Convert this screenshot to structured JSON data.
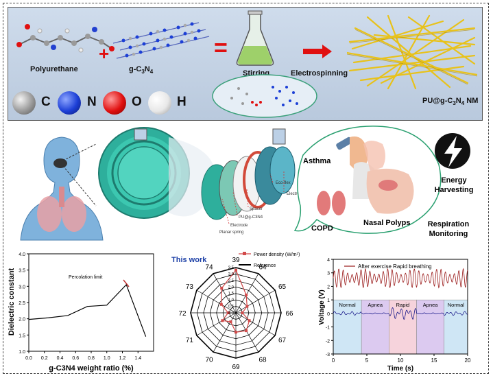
{
  "synthesis": {
    "polymer_label": "Polyurethane",
    "filler_label": "g-C3N4",
    "filler_base": "g-C",
    "filler_sub1": "3",
    "filler_n": "N",
    "filler_sub2": "4",
    "plus": "+",
    "equals": "=",
    "stirring_label": "Stirring",
    "electrospinning_label": "Electrospinning",
    "product_label": "PU@g-C3N4 NM",
    "product_base": "PU@g-C",
    "product_sub1": "3",
    "product_n": "N",
    "product_sub2": "4",
    "product_suffix": " NM",
    "atoms": [
      {
        "symbol": "C",
        "color": "#9a9a9a"
      },
      {
        "symbol": "N",
        "color": "#1c3fd6"
      },
      {
        "symbol": "O",
        "color": "#e01010"
      },
      {
        "symbol": "H",
        "color": "#f2f2f2"
      }
    ]
  },
  "device": {
    "layer_labels": [
      "Electrode",
      "Eco-flex",
      "Spacer",
      "PU@g-C3N4",
      "Electrode",
      "Planar spring"
    ],
    "applications": {
      "asthma": "Asthma",
      "copd": "COPD",
      "nasal_polyps": "Nasal Polyps",
      "energy_harvesting_line1": "Energy",
      "energy_harvesting_line2": "Harvesting",
      "respiration_line1": "Respiration",
      "respiration_line2": "Monitoring"
    }
  },
  "chart_data": [
    {
      "type": "line",
      "xlabel": "g-C3N4 weight ratio (%)",
      "ylabel": "Dielectric constant",
      "annotation": "Percolation limit",
      "xlim": [
        0.0,
        1.6
      ],
      "ylim": [
        1.0,
        4.0
      ],
      "xticks": [
        "0.0",
        "0.2",
        "0.4",
        "0.6",
        "0.8",
        "1.0",
        "1.2",
        "1.4"
      ],
      "yticks": [
        "1.0",
        "1.5",
        "2.0",
        "2.5",
        "3.0",
        "3.5",
        "4.0"
      ],
      "x": [
        0.0,
        0.25,
        0.5,
        0.75,
        1.0,
        1.25,
        1.5
      ],
      "y": [
        1.98,
        2.03,
        2.1,
        2.38,
        2.42,
        3.05,
        1.45
      ]
    },
    {
      "type": "radar",
      "title": "This work",
      "legend": [
        "Power density (W/m²)",
        "Reference"
      ],
      "spokes": [
        "39",
        "64",
        "65",
        "66",
        "67",
        "68",
        "69",
        "70",
        "71",
        "72",
        "73",
        "74"
      ],
      "radial_ticks": [
        "0.0",
        "0.5",
        "1.0",
        "1.5",
        "2.0",
        "2.5",
        "3.0",
        "3.5"
      ],
      "rmax": 3.5,
      "values": [
        3.3,
        1.6,
        1.0,
        0.5,
        1.2,
        1.6,
        1.5,
        0.8,
        1.2,
        0.6,
        1.3,
        2.2
      ]
    },
    {
      "type": "line",
      "xlabel": "Time (s)",
      "ylabel": "Voltage (V)",
      "legend": "After exercise Rapid breathing",
      "xlim": [
        0,
        20
      ],
      "ylim": [
        -3,
        4
      ],
      "xticks": [
        "0",
        "5",
        "10",
        "15",
        "20"
      ],
      "yticks": [
        "-3",
        "-2",
        "-1",
        "0",
        "1",
        "2",
        "3",
        "4"
      ],
      "segments": [
        {
          "label": "Normal",
          "from": 0,
          "to": 4.2,
          "color": "#cfe6f5"
        },
        {
          "label": "Apnea",
          "from": 4.2,
          "to": 8.3,
          "color": "#dccaf0"
        },
        {
          "label": "Rapid",
          "from": 8.3,
          "to": 12.4,
          "color": "#f6d3dc"
        },
        {
          "label": "Apnea",
          "from": 12.4,
          "to": 16.5,
          "color": "#dccaf0"
        },
        {
          "label": "Normal",
          "from": 16.5,
          "to": 20,
          "color": "#cfe6f5"
        }
      ],
      "rapid_series_offset": 2.6,
      "rapid_series_amplitude": 0.7,
      "lower_series_offset": 0.0,
      "lower_series_amplitude": 0.15
    }
  ]
}
